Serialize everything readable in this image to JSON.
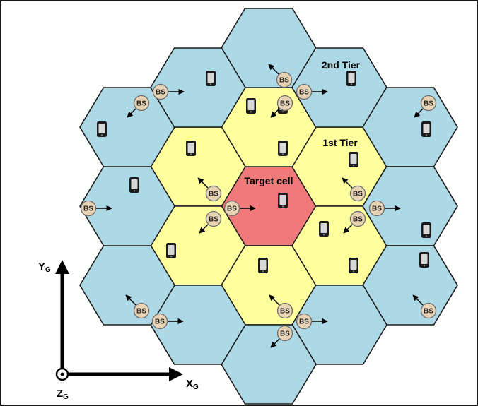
{
  "colors": {
    "tier2": "#add8e6",
    "tier1": "#ffff9e",
    "target": "#f07a7a",
    "cell_stroke": "#1a1a1a",
    "bs_fill": "#e8d3b4",
    "axis": "#000000"
  },
  "labels": {
    "target": "Target cell",
    "tier1": "1st Tier",
    "tier2": "2nd Tier",
    "bs": "BS"
  },
  "axes": {
    "y_main": "Y",
    "y_sub": "G",
    "x_main": "X",
    "x_sub": "G",
    "z_main": "Z",
    "z_sub": "G"
  },
  "icons": {
    "cell": "hexagon-cell",
    "base_station": "base-station-icon",
    "mobile": "mobile-phone-icon",
    "z_axis": "z-axis-out-of-page-icon"
  }
}
